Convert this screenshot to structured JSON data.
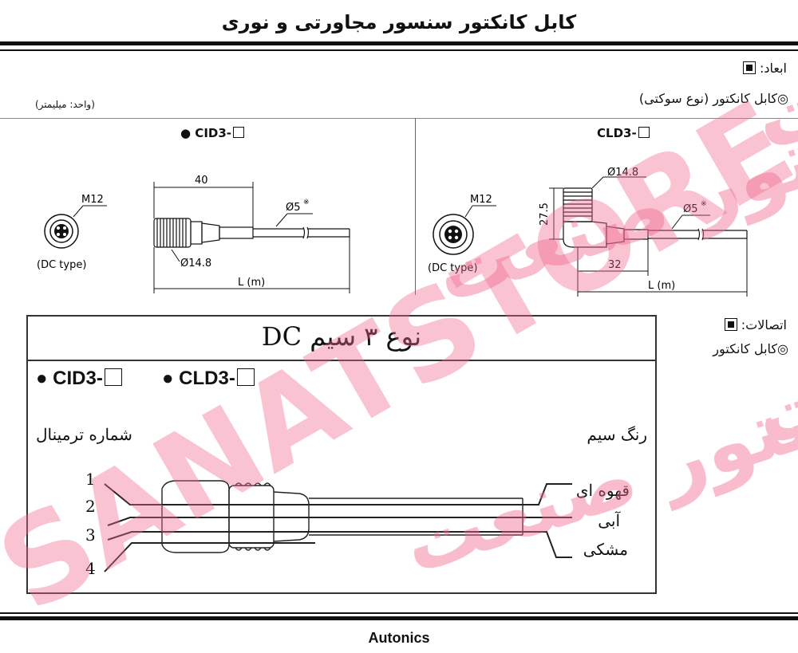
{
  "header": {
    "title": "کابل کانکتور سنسور مجاورتی و نوری"
  },
  "dimensions": {
    "heading": "ابعاد:",
    "subheading": "◎کابل کانکتور (نوع سوکتی)",
    "unit_note": "(واحد: میلیمتر)"
  },
  "left_drawing": {
    "model": "● CID3-",
    "thread": "M12",
    "face_caption": "(DC type)",
    "dim_length": "40",
    "dim_cable": "Ø5",
    "dim_cable_note": "※",
    "dim_diameter": "Ø14.8",
    "dim_total": "L (m)"
  },
  "right_drawing": {
    "model": "CLD3-",
    "thread": "M12",
    "face_caption": "(DC type)",
    "dim_diameter": "Ø14.8",
    "dim_height": "27.5",
    "dim_cable": "Ø5",
    "dim_cable_note": "※",
    "dim_length": "32",
    "dim_total": "L (m)"
  },
  "connections": {
    "heading": "اتصالات:",
    "subheading": "◎کابل کانکتور"
  },
  "wiring": {
    "title": "نوع ۳ سیم DC",
    "model_1": "● CID3-",
    "model_2": "● CLD3-",
    "terminal_label": "شماره ترمینال",
    "wire_color_label": "رنگ سیم",
    "terminals": [
      "1",
      "2",
      "3",
      "4"
    ],
    "colors": [
      "قهوه ای",
      "آبی",
      "مشکی"
    ]
  },
  "watermark": {
    "text_1": "استور صنعت",
    "text_2": "SANATSTORE.IR",
    "color": "#f06a8e"
  },
  "footer": {
    "brand": "Autonics"
  }
}
